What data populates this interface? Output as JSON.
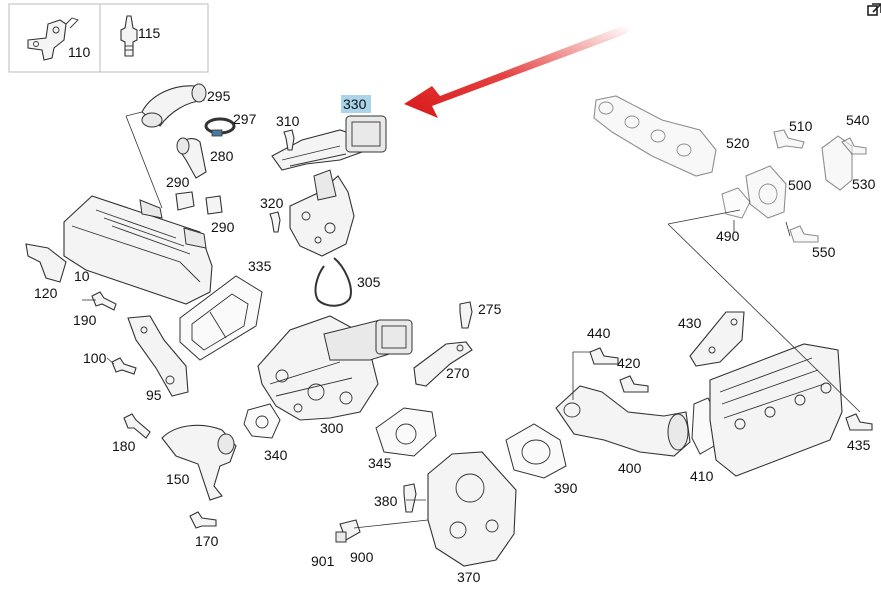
{
  "diagram": {
    "highlighted_part": "330",
    "highlight_color": "#a9d4ea",
    "arrow_color": "#e02020",
    "legend": [
      {
        "id": "110",
        "label": "110"
      },
      {
        "id": "115",
        "label": "115"
      }
    ],
    "parts": [
      {
        "id": "295",
        "label": "295"
      },
      {
        "id": "297",
        "label": "297"
      },
      {
        "id": "310",
        "label": "310"
      },
      {
        "id": "330",
        "label": "330"
      },
      {
        "id": "280",
        "label": "280"
      },
      {
        "id": "290a",
        "label": "290"
      },
      {
        "id": "290b",
        "label": "290"
      },
      {
        "id": "320",
        "label": "320"
      },
      {
        "id": "335",
        "label": "335"
      },
      {
        "id": "305",
        "label": "305"
      },
      {
        "id": "10",
        "label": "10"
      },
      {
        "id": "120",
        "label": "120"
      },
      {
        "id": "190",
        "label": "190"
      },
      {
        "id": "100",
        "label": "100"
      },
      {
        "id": "95",
        "label": "95"
      },
      {
        "id": "275",
        "label": "275"
      },
      {
        "id": "270",
        "label": "270"
      },
      {
        "id": "300",
        "label": "300"
      },
      {
        "id": "340",
        "label": "340"
      },
      {
        "id": "345",
        "label": "345"
      },
      {
        "id": "180",
        "label": "180"
      },
      {
        "id": "150",
        "label": "150"
      },
      {
        "id": "170",
        "label": "170"
      },
      {
        "id": "380",
        "label": "380"
      },
      {
        "id": "390",
        "label": "390"
      },
      {
        "id": "901",
        "label": "901"
      },
      {
        "id": "900",
        "label": "900"
      },
      {
        "id": "370",
        "label": "370"
      },
      {
        "id": "520",
        "label": "520"
      },
      {
        "id": "510",
        "label": "510"
      },
      {
        "id": "540",
        "label": "540"
      },
      {
        "id": "500",
        "label": "500"
      },
      {
        "id": "530",
        "label": "530"
      },
      {
        "id": "490",
        "label": "490"
      },
      {
        "id": "550",
        "label": "550"
      },
      {
        "id": "440",
        "label": "440"
      },
      {
        "id": "430",
        "label": "430"
      },
      {
        "id": "420",
        "label": "420"
      },
      {
        "id": "400",
        "label": "400"
      },
      {
        "id": "410",
        "label": "410"
      },
      {
        "id": "435",
        "label": "435"
      }
    ],
    "corner_icon": "external-link-icon"
  }
}
